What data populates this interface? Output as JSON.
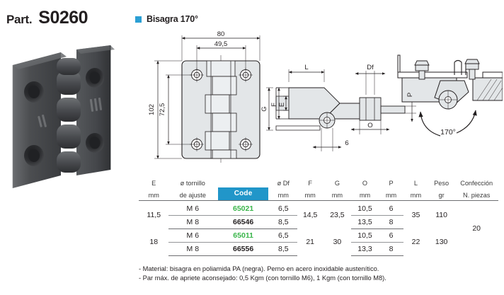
{
  "header": {
    "part_label": "Part.",
    "part_code": "S0260",
    "family_name": "Bisagra 170°",
    "accent_blue": "#2b9fd4"
  },
  "photo": {
    "alt_name": "black-polyamide-hinge-photo"
  },
  "drawings": {
    "front_view": {
      "dim_width_total": "80",
      "dim_width_holes": "49,5",
      "dim_height_total": "102",
      "dim_height_holes": "72,5"
    },
    "section_view": {
      "label_L": "L",
      "label_Df": "Df",
      "label_P": "P",
      "label_O": "O",
      "label_G": "G",
      "label_F": "F",
      "label_E": "E",
      "dim_6": "6"
    },
    "mounting_view": {
      "angle": "170°"
    }
  },
  "table": {
    "headers": [
      {
        "top": "E",
        "bottom": "mm"
      },
      {
        "top": "ø tornillo",
        "bottom": "de ajuste"
      },
      {
        "top": "",
        "bottom": "Code"
      },
      {
        "top": "ø Df",
        "bottom": "mm"
      },
      {
        "top": "F",
        "bottom": "mm"
      },
      {
        "top": "G",
        "bottom": "mm"
      },
      {
        "top": "O",
        "bottom": "mm"
      },
      {
        "top": "P",
        "bottom": "mm"
      },
      {
        "top": "L",
        "bottom": "mm"
      },
      {
        "top": "Peso",
        "bottom": "gr"
      },
      {
        "top": "Confección",
        "bottom": "N. piezas"
      }
    ],
    "code_header_label": "Code",
    "groups": [
      {
        "E": "11,5",
        "F": "14,5",
        "G": "23,5",
        "L": "35",
        "peso": "110",
        "rows": [
          {
            "tornillo": "M 6",
            "code": "65021",
            "code_color": "green",
            "df": "6,5",
            "O": "10,5",
            "P": "6"
          },
          {
            "tornillo": "M 8",
            "code": "66546",
            "code_color": "black",
            "df": "8,5",
            "O": "13,5",
            "P": "8"
          }
        ]
      },
      {
        "E": "18",
        "F": "21",
        "G": "30",
        "L": "22",
        "peso": "130",
        "rows": [
          {
            "tornillo": "M 6",
            "code": "65011",
            "code_color": "green",
            "df": "6,5",
            "O": "10,5",
            "P": "6"
          },
          {
            "tornillo": "M 8",
            "code": "66556",
            "code_color": "black",
            "df": "8,5",
            "O": "13,3",
            "P": "8"
          }
        ]
      }
    ],
    "confeccion": "20"
  },
  "notes": [
    "- Material: bisagra en poliamida PA (negra). Perno en acero inoxidable austenítico.",
    "- Par máx. de apriete aconsejado: 0,5 Kgm (con tornillo M6), 1 Kgm (con tornillo M8)."
  ]
}
